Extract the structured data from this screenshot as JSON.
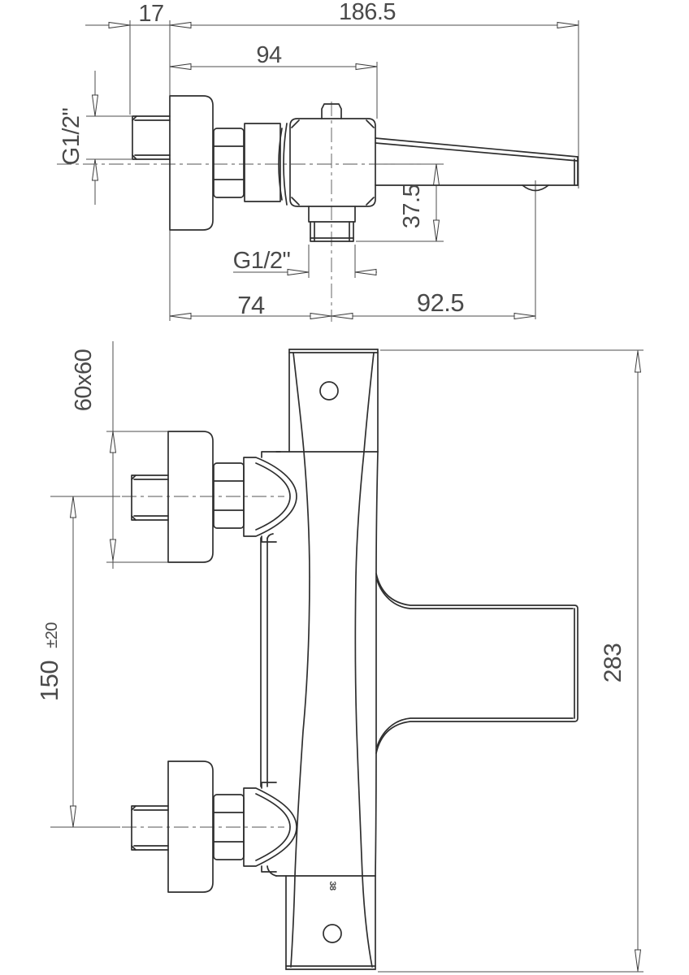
{
  "drawing": {
    "type": "technical-drawing",
    "subject": "wall-mounted bath mixer tap, two orthographic views",
    "colors": {
      "background": "#ffffff",
      "object_line": "#2f2f2f",
      "dimension_line": "#4e4e4e",
      "text": "#4a4a4a"
    }
  },
  "top_view": {
    "thread_length": "17",
    "overall_length": "186.5",
    "flange_to_body": "94",
    "inlet_thread": "G1/2\"",
    "outlet_drop": "37.5",
    "outlet_thread": "G1/2\"",
    "flange_to_outlet": "74",
    "outlet_to_spout": "92.5"
  },
  "front_view": {
    "flange_size": "60x60",
    "inlet_spacing": "150",
    "spacing_tolerance": "±20",
    "overall_height": "283",
    "body_marking": "38"
  }
}
